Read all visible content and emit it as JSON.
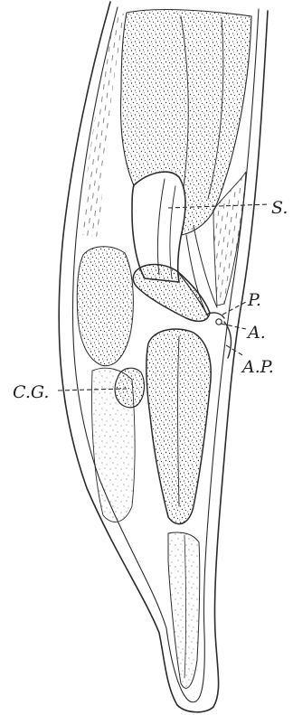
{
  "labels": {
    "S": "S.",
    "P": "P.",
    "A": "A.",
    "AP": "A.P.",
    "CG": "C.G."
  },
  "colors": {
    "ink": "#2b2b2b",
    "paper": "#ffffff"
  }
}
